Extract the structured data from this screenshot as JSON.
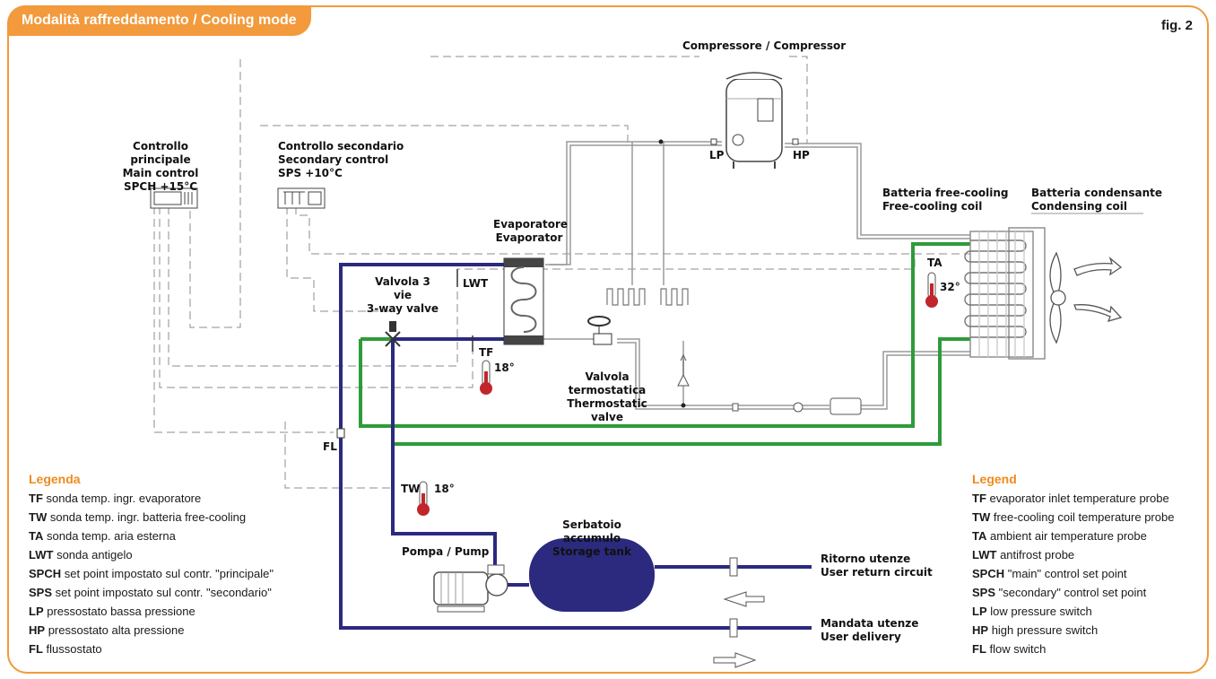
{
  "title": "Modalità raffreddamento / Cooling mode",
  "figure_label": "fig. 2",
  "labels": {
    "compressor": "Compressore / Compressor",
    "main_control": [
      "Controllo principale",
      "Main control",
      "SPCH +15°C"
    ],
    "secondary_control": [
      "Controllo secondario",
      "Secondary control",
      "SPS +10°C"
    ],
    "evaporator": [
      "Evaporatore",
      "Evaporator"
    ],
    "valve_3way": [
      "Valvola 3 vie",
      "3-way valve"
    ],
    "lwt": "LWT",
    "lp": "LP",
    "hp": "HP",
    "tf": "TF",
    "tf_temp": "18°",
    "tw": "TW",
    "tw_temp": "18°",
    "ta": "TA",
    "ta_temp": "32°",
    "fl": "FL",
    "thermostatic_valve": [
      "Valvola termostatica",
      "Thermostatic valve"
    ],
    "free_cooling_coil": [
      "Batteria free-cooling",
      "Free-cooling coil"
    ],
    "condensing_coil": [
      "Batteria condensante",
      "Condensing coil"
    ],
    "pump": "Pompa / Pump",
    "storage_tank": [
      "Serbatoio accumulo",
      "Storage tank"
    ],
    "user_return": [
      "Ritorno utenze",
      "User return circuit"
    ],
    "user_delivery": [
      "Mandata utenze",
      "User delivery"
    ]
  },
  "legend_it": {
    "heading": "Legenda",
    "items": [
      {
        "key": "TF",
        "text": "sonda temp. ingr. evaporatore"
      },
      {
        "key": "TW",
        "text": "sonda temp. ingr. batteria free-cooling"
      },
      {
        "key": "TA",
        "text": "sonda temp. aria esterna"
      },
      {
        "key": "LWT",
        "text": "sonda antigelo"
      },
      {
        "key": "SPCH",
        "text": "set point impostato sul contr. \"principale\""
      },
      {
        "key": "SPS",
        "text": "set point impostato sul contr. \"secondario\""
      },
      {
        "key": "LP",
        "text": "pressostato bassa pressione"
      },
      {
        "key": "HP",
        "text": "pressostato alta pressione"
      },
      {
        "key": "FL",
        "text": "flussostato"
      }
    ]
  },
  "legend_en": {
    "heading": "Legend",
    "items": [
      {
        "key": "TF",
        "text": "evaporator inlet temperature probe"
      },
      {
        "key": "TW",
        "text": "free-cooling coil temperature probe"
      },
      {
        "key": "TA",
        "text": "ambient air temperature probe"
      },
      {
        "key": "LWT",
        "text": "antifrost probe"
      },
      {
        "key": "SPCH",
        "text": "\"main\" control set point"
      },
      {
        "key": "SPS",
        "text": "\"secondary\" control set point"
      },
      {
        "key": "LP",
        "text": "low pressure switch"
      },
      {
        "key": "HP",
        "text": "high pressure switch"
      },
      {
        "key": "FL",
        "text": "flow switch"
      }
    ]
  },
  "colors": {
    "accent": "#f29a3c",
    "water_pipe": "#2b2a7e",
    "freecooling_pipe": "#2e9b3a",
    "refrigerant_pipe": "#9a9a9a",
    "control_wire": "#8c8c8c",
    "thermometer_red": "#c0262c"
  }
}
